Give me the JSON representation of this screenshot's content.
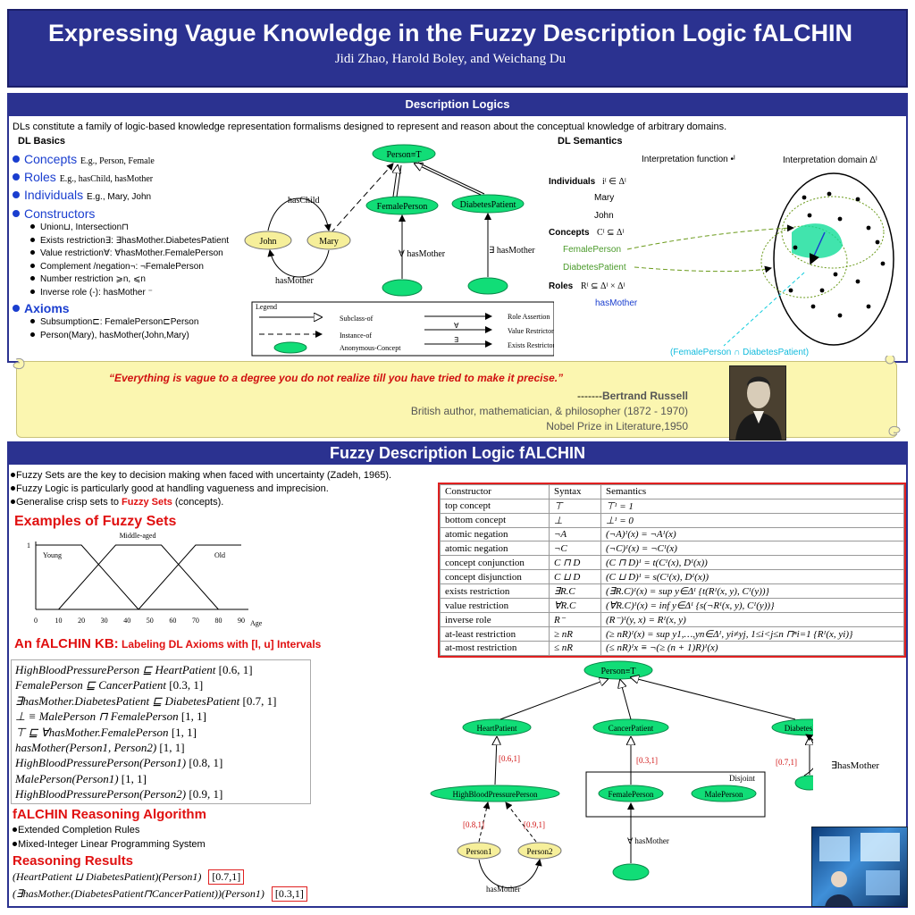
{
  "header": {
    "title": "Expressing Vague Knowledge in the Fuzzy Description Logic fALCHIN",
    "authors": "Jidi Zhao, Harold Boley, and Weichang Du"
  },
  "dl": {
    "section_title": "Description Logics",
    "intro": "DLs constitute a family of logic-based knowledge representation formalisms designed to represent and reason about the conceptual knowledge of arbitrary domains.",
    "basics_title": "DL Basics",
    "semantics_title": "DL Semantics",
    "concepts": {
      "label": "Concepts",
      "example": "E.g., Person, Female"
    },
    "roles": {
      "label": "Roles",
      "example": "E.g., hasChild, hasMother"
    },
    "individuals": {
      "label": "Individuals",
      "example": "E.g., Mary, John"
    },
    "constructors": {
      "label": "Constructors",
      "items": [
        "Union⊔, Intersection⊓",
        "Exists restriction∃: ∃hasMother.DiabetesPatient",
        "Value restriction∀: ∀hasMother.FemalePerson",
        "Complement /negation¬: ¬FemalePerson",
        "Number restriction ⩾n, ⩽n",
        "Inverse role (-): hasMother ⁻"
      ]
    },
    "axioms": {
      "label": "Axioms",
      "items": [
        "Subsumption⊏: FemalePerson⊏Person",
        "Person(Mary), hasMother(John,Mary)"
      ]
    },
    "graph": {
      "top": "Person≡T",
      "female": "FemalePerson",
      "diabetes": "DiabetesPatient",
      "john": "John",
      "mary": "Mary",
      "haschild": "hasChild",
      "hasmother": "hasMother",
      "forall_hasmother": "∀  hasMother",
      "exists_hasmother": "∃  hasMother"
    },
    "legend": {
      "title": "Legend",
      "subclass": "Subclass-of",
      "instance": "Instance-of",
      "anon": "Anonymous-Concept",
      "role_assert": "Role Assertion",
      "value_restr": "Value Restricton",
      "exists_restr": "Exists Restricton",
      "forall": "∀",
      "exists": "∃"
    },
    "semantics": {
      "interp_func": "Interpretation function •ᴵ",
      "interp_domain": "Interpretation domain Δᴵ",
      "individuals": "Individuals",
      "ind_formula": "iᴵ   ∈ Δᴵ",
      "mary": "Mary",
      "john": "John",
      "concepts": "Concepts",
      "con_formula": "Cᴵ ⊆ Δᴵ",
      "female": "FemalePerson",
      "diabetes": "DiabetesPatient",
      "roles": "Roles",
      "role_formula": "Rᴵ ⊆ Δᴵ × Δᴵ",
      "hasmother": "hasMother",
      "intersection": "(FemalePerson  ∩  DiabetesPatient)"
    }
  },
  "quote": {
    "text": "“Everything is vague to a degree you do not realize till you have tried to make it precise.”",
    "dash": "-------",
    "author": "Bertrand Russell",
    "bio1": "British author, mathematician, & philosopher (1872 - 1970)",
    "bio2": "Nobel Prize in Literature,1950"
  },
  "fuzzy": {
    "section_title": "Fuzzy Description Logic fALCHIN",
    "bullets": [
      "Fuzzy Sets are the key to decision making when faced with uncertainty (Zadeh, 1965).",
      "Fuzzy Logic is particularly good at handling vagueness and imprecision."
    ],
    "bullet3_pre": "Generalise crisp sets to ",
    "bullet3_red": "Fuzzy Sets",
    "bullet3_post": " (concepts).",
    "examples_title": "Examples of Fuzzy Sets",
    "kb_title_pre": "An ",
    "kb_title_main": "fALCHIN KB:",
    "kb_title_sub": " Labeling DL Axioms with [l, u] Intervals",
    "algorithm_title": "fALCHIN Reasoning Algorithm",
    "algorithm_items": [
      "Extended Completion Rules",
      "Mixed-Integer Linear Programming System"
    ],
    "results_title": "Reasoning Results"
  },
  "chart_data": {
    "type": "line",
    "title": "Middle-aged",
    "xlabel": "Age",
    "ylabel": "",
    "xticks": [
      0,
      10,
      20,
      30,
      40,
      50,
      60,
      70,
      80,
      90
    ],
    "yticks": [
      1
    ],
    "xlim": [
      0,
      90
    ],
    "ylim": [
      0,
      1
    ],
    "series": [
      {
        "name": "Young",
        "x": [
          0,
          20,
          45
        ],
        "y": [
          1,
          1,
          0
        ]
      },
      {
        "name": "Middle-aged",
        "x": [
          10,
          35,
          55,
          80
        ],
        "y": [
          0,
          1,
          1,
          0
        ]
      },
      {
        "name": "Old",
        "x": [
          45,
          70,
          90
        ],
        "y": [
          0,
          1,
          1
        ]
      }
    ]
  },
  "table": {
    "headers": [
      "Constructor",
      "Syntax",
      "Semantics"
    ],
    "rows": [
      [
        "top concept",
        "⊤",
        "⊤ᴵ = 1"
      ],
      [
        "bottom concept",
        "⊥",
        "⊥ᴵ = 0"
      ],
      [
        "atomic negation",
        "¬A",
        "(¬A)ᴵ(x) = ¬Aᴵ(x)"
      ],
      [
        "atomic negation",
        "¬C",
        "(¬C)ᴵ(x) = ¬Cᴵ(x)"
      ],
      [
        "concept conjunction",
        "C ⊓ D",
        "(C ⊓ D)ᴵ = t(Cᴵ(x), Dᴵ(x))"
      ],
      [
        "concept disjunction",
        "C ⊔ D",
        "(C ⊔ D)ᴵ = s(Cᴵ(x), Dᴵ(x))"
      ],
      [
        "exists restriction",
        "∃R.C",
        "(∃R.C)ᴵ(x) = sup y∈Δᴵ {t(Rᴵ(x, y), Cᴵ(y))}"
      ],
      [
        "value restriction",
        "∀R.C",
        "(∀R.C)ᴵ(x) = inf y∈Δᴵ {s(¬Rᴵ(x, y), Cᴵ(y))}"
      ],
      [
        "inverse role",
        "R⁻",
        "(R⁻)ᴵ(y, x) = Rᴵ(x, y)"
      ],
      [
        "at-least restriction",
        "≥ nR",
        "(≥ nR)ᴵ(x) = sup y1,…,yn∈Δᴵ, yi≠yj, 1≤i<j≤n ⊓ⁿi=1 {Rᴵ(x, yi)}"
      ],
      [
        "at-most restriction",
        "≤ nR",
        "(≤ nR)ᴵx ≡ ¬(≥ (n + 1)R)ᴵ(x)"
      ]
    ]
  },
  "kb": {
    "lines": [
      {
        "expr": "HighBloodPressurePerson ⊑ HeartPatient",
        "iv": "[0.6, 1]"
      },
      {
        "expr": "FemalePerson ⊑ CancerPatient",
        "iv": "[0.3, 1]"
      },
      {
        "expr": "∃hasMother.DiabetesPatient ⊑ DiabetesPatient",
        "iv": "[0.7, 1]"
      },
      {
        "expr": "⊥ ≡ MalePerson ⊓ FemalePerson",
        "iv": "[1, 1]"
      },
      {
        "expr": "⊤ ⊑ ∀hasMother.FemalePerson",
        "iv": "[1, 1]"
      },
      {
        "expr": "hasMother(Person1, Person2)",
        "iv": "[1, 1]"
      },
      {
        "expr": "HighBloodPressurePerson(Person1)",
        "iv": "[0.8, 1]"
      },
      {
        "expr": "MalePerson(Person1)",
        "iv": "[1, 1]"
      },
      {
        "expr": "HighBloodPressurePerson(Person2)",
        "iv": "[0.9, 1]"
      }
    ]
  },
  "results": [
    {
      "expr": "(HeartPatient ⊔ DiabetesPatient)(Person1)",
      "iv": "[0.7,1]"
    },
    {
      "expr": "(∃hasMother.(DiabetesPatient⊓CancerPatient))(Person1)",
      "iv": "[0.3,1]"
    }
  ],
  "graph2": {
    "top": "Person≡T",
    "heart": "HeartPatient",
    "cancer": "CancerPatient",
    "diabetes": "DiabetesPatient",
    "hbp": "HighBloodPressurePerson",
    "female": "FemalePerson",
    "male": "MalePerson",
    "disjoint": "Disjoint",
    "iv_heart": "[0.6,1]",
    "iv_cancer": "[0.3,1]",
    "iv_diab": "[0.7,1]",
    "iv_p1": "[0.8,1]",
    "iv_p2": "[0.9,1]",
    "p1": "Person1",
    "p2": "Person2",
    "hasmother": "hasMother",
    "exists_hasmother": "∃hasMother",
    "forall_hasmother": "∀  hasMother"
  },
  "colors": {
    "banner": "#2b3290",
    "accent_red": "#e01010",
    "node_green": "#11dd77",
    "node_yellow": "#f6ef9a"
  }
}
